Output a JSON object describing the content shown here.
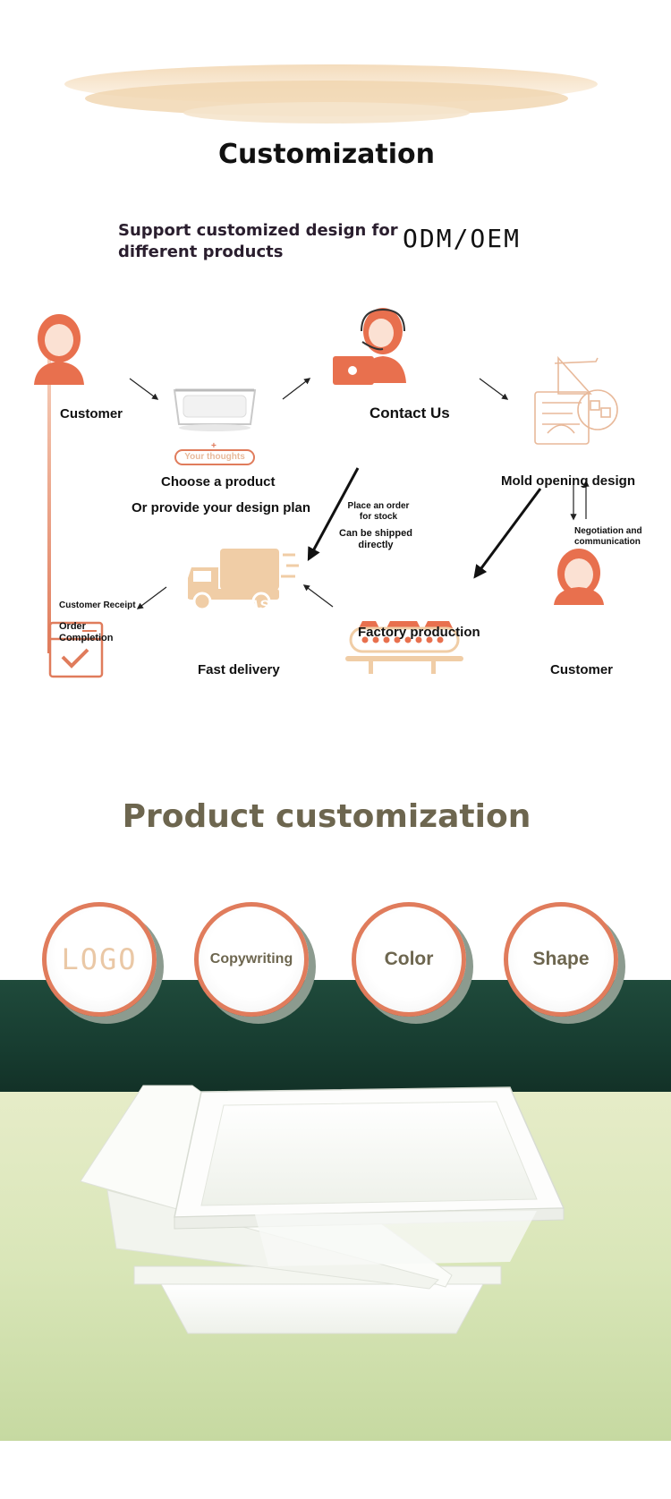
{
  "section1": {
    "title": "Customization",
    "support_text": "Support customized design for different products",
    "odm_oem": "ODM/OEM"
  },
  "flow": {
    "customer_top": "Customer",
    "your_thoughts": "Your thoughts",
    "plus": "+",
    "choose_product": "Choose a product",
    "design_plan": "Or provide your design plan",
    "contact_us": "Contact Us",
    "mold_design": "Mold opening design",
    "place_order": "Place an order for stock",
    "shipped_directly": "Can be shipped directly",
    "negotiation": "Negotiation and communication",
    "customer_receipt": "Customer Receipt",
    "order_completion": "Order Completion",
    "fast_delivery": "Fast delivery",
    "fast": "FAST",
    "factory_production": "Factory production",
    "customer_right": "Customer"
  },
  "section2": {
    "title": "Product customization",
    "options": [
      {
        "label": "LOGO"
      },
      {
        "label": "Copywriting"
      },
      {
        "label": "Color"
      },
      {
        "label": "Shape"
      }
    ]
  },
  "colors": {
    "accent_orange": "#e07c5c",
    "beige": "#e8c9a0",
    "olive_text": "#6d664f",
    "dark_green": "#1f4a3b"
  }
}
